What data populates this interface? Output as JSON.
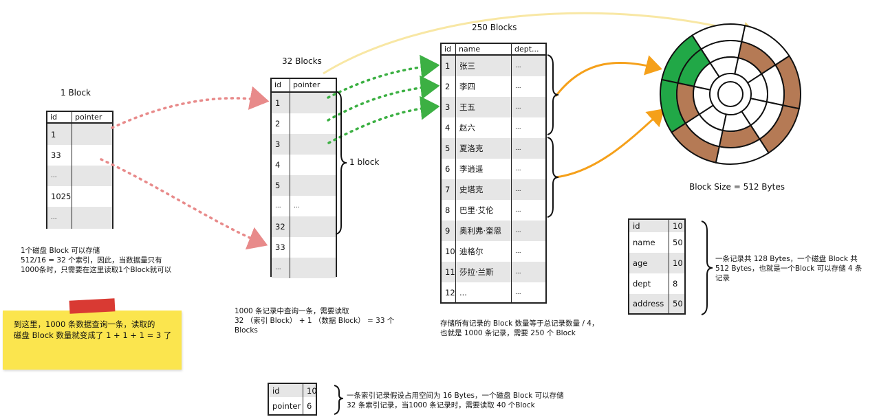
{
  "labels": {
    "one_block": "1 Block",
    "thirty_two_blocks": "32 Blocks",
    "two_fifty_blocks": "250 Blocks",
    "one_block_brace": "1 block",
    "block_size": "Block Size = 512 Bytes"
  },
  "table_a": {
    "headers": [
      "id",
      "pointer"
    ],
    "rows": [
      [
        "1",
        ""
      ],
      [
        "33",
        ""
      ],
      [
        "...",
        ""
      ],
      [
        "1025",
        ""
      ],
      [
        "...",
        ""
      ]
    ]
  },
  "table_b": {
    "headers": [
      "id",
      "pointer"
    ],
    "rows": [
      [
        "1",
        ""
      ],
      [
        "2",
        ""
      ],
      [
        "3",
        ""
      ],
      [
        "4",
        ""
      ],
      [
        "5",
        ""
      ],
      [
        "...",
        "..."
      ],
      [
        "32",
        ""
      ],
      [
        "33",
        ""
      ],
      [
        "...",
        ""
      ]
    ]
  },
  "table_c": {
    "headers": [
      "id",
      "name",
      "dept..."
    ],
    "rows": [
      [
        "1",
        "张三",
        "..."
      ],
      [
        "2",
        "李四",
        "..."
      ],
      [
        "3",
        "王五",
        "..."
      ],
      [
        "4",
        "赵六",
        "..."
      ],
      [
        "5",
        "夏洛克",
        "..."
      ],
      [
        "6",
        "李逍遥",
        "..."
      ],
      [
        "7",
        "史塔克",
        "..."
      ],
      [
        "8",
        "巴里·艾伦",
        "..."
      ],
      [
        "9",
        "奥利弗·奎恩",
        "..."
      ],
      [
        "10",
        "迪格尔",
        "..."
      ],
      [
        "11",
        "莎拉·兰斯",
        "..."
      ],
      [
        "12",
        "...",
        "..."
      ]
    ]
  },
  "table_d": {
    "rows": [
      [
        "id",
        "10"
      ],
      [
        "name",
        "50"
      ],
      [
        "age",
        "10"
      ],
      [
        "dept",
        "8"
      ],
      [
        "address",
        "50"
      ]
    ]
  },
  "table_e": {
    "rows": [
      [
        "id",
        "10"
      ],
      [
        "pointer",
        "6"
      ]
    ]
  },
  "notes": {
    "left": [
      "1个磁盘 Block 可以存储",
      "512/16 = 32 个索引，因此，当数据量只有",
      "1000条时，只需要在这里读取1个Block就可以"
    ],
    "middle": [
      "1000 条记录中查询一条，需要读取",
      "32 （索引 Block） + 1 （数据 Block） = 33 个",
      "Blocks"
    ],
    "storage": [
      "存储所有记录的 Block 数量等于总记录数量 / 4，",
      "也就是 1000 条记录，需要 250 个 Block"
    ],
    "record": [
      "一条记录共 128 Bytes，一个磁盘 Block 共",
      "512 Bytes，也就是一个Block 可以存储 4 条",
      "记录"
    ],
    "index": [
      "一条索引记录假设占用空间为 16 Bytes，一个磁盘 Block 可以存储",
      "32 条索引记录，当1000 条记录时，需要读取 40 个Block"
    ],
    "sticky": [
      "到这里，1000 条数据查询一条，读取的",
      "磁盘 Block 数量就变成了 1 + 1 + 1 = 3 了"
    ]
  },
  "colors": {
    "pink_dotted": "#e88a8a",
    "green_dotted": "#3cb043",
    "orange_arrow": "#f5a01a",
    "pale_yellow_arrow": "#f8e7a4",
    "disk_green": "#21a847",
    "disk_brown": "#b57a55",
    "sticky_yellow": "#fbe54e",
    "tape_red": "#d93a33"
  }
}
